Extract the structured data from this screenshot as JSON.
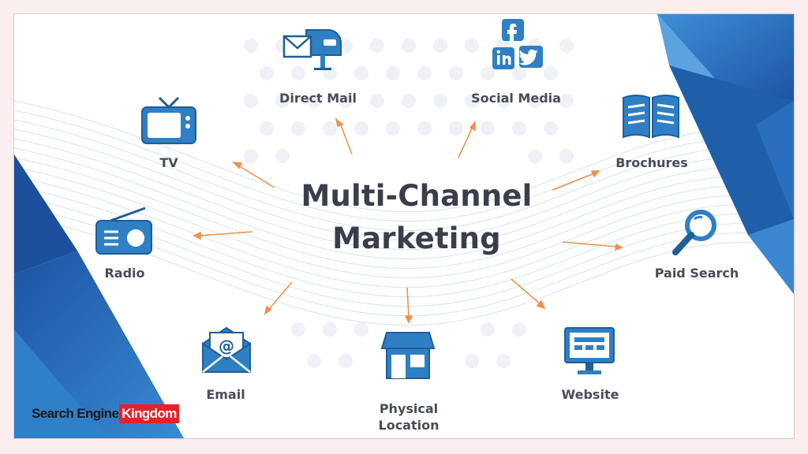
{
  "title": {
    "line1": "Multi-Channel",
    "line2": "Marketing"
  },
  "channels": {
    "direct_mail": "Direct Mail",
    "social_media": "Social Media",
    "tv": "TV",
    "brochures": "Brochures",
    "radio": "Radio",
    "paid_search": "Paid Search",
    "email": "Email",
    "physical_location_line1": "Physical",
    "physical_location_line2": "Location",
    "website": "Website"
  },
  "logo": {
    "text_part": "Search Engine",
    "highlight_part": "Kingdom"
  },
  "colors": {
    "icon": "#2f7fc4",
    "icon_dark": "#1f5e99",
    "arrow": "#f0914b",
    "text": "#474c57"
  }
}
